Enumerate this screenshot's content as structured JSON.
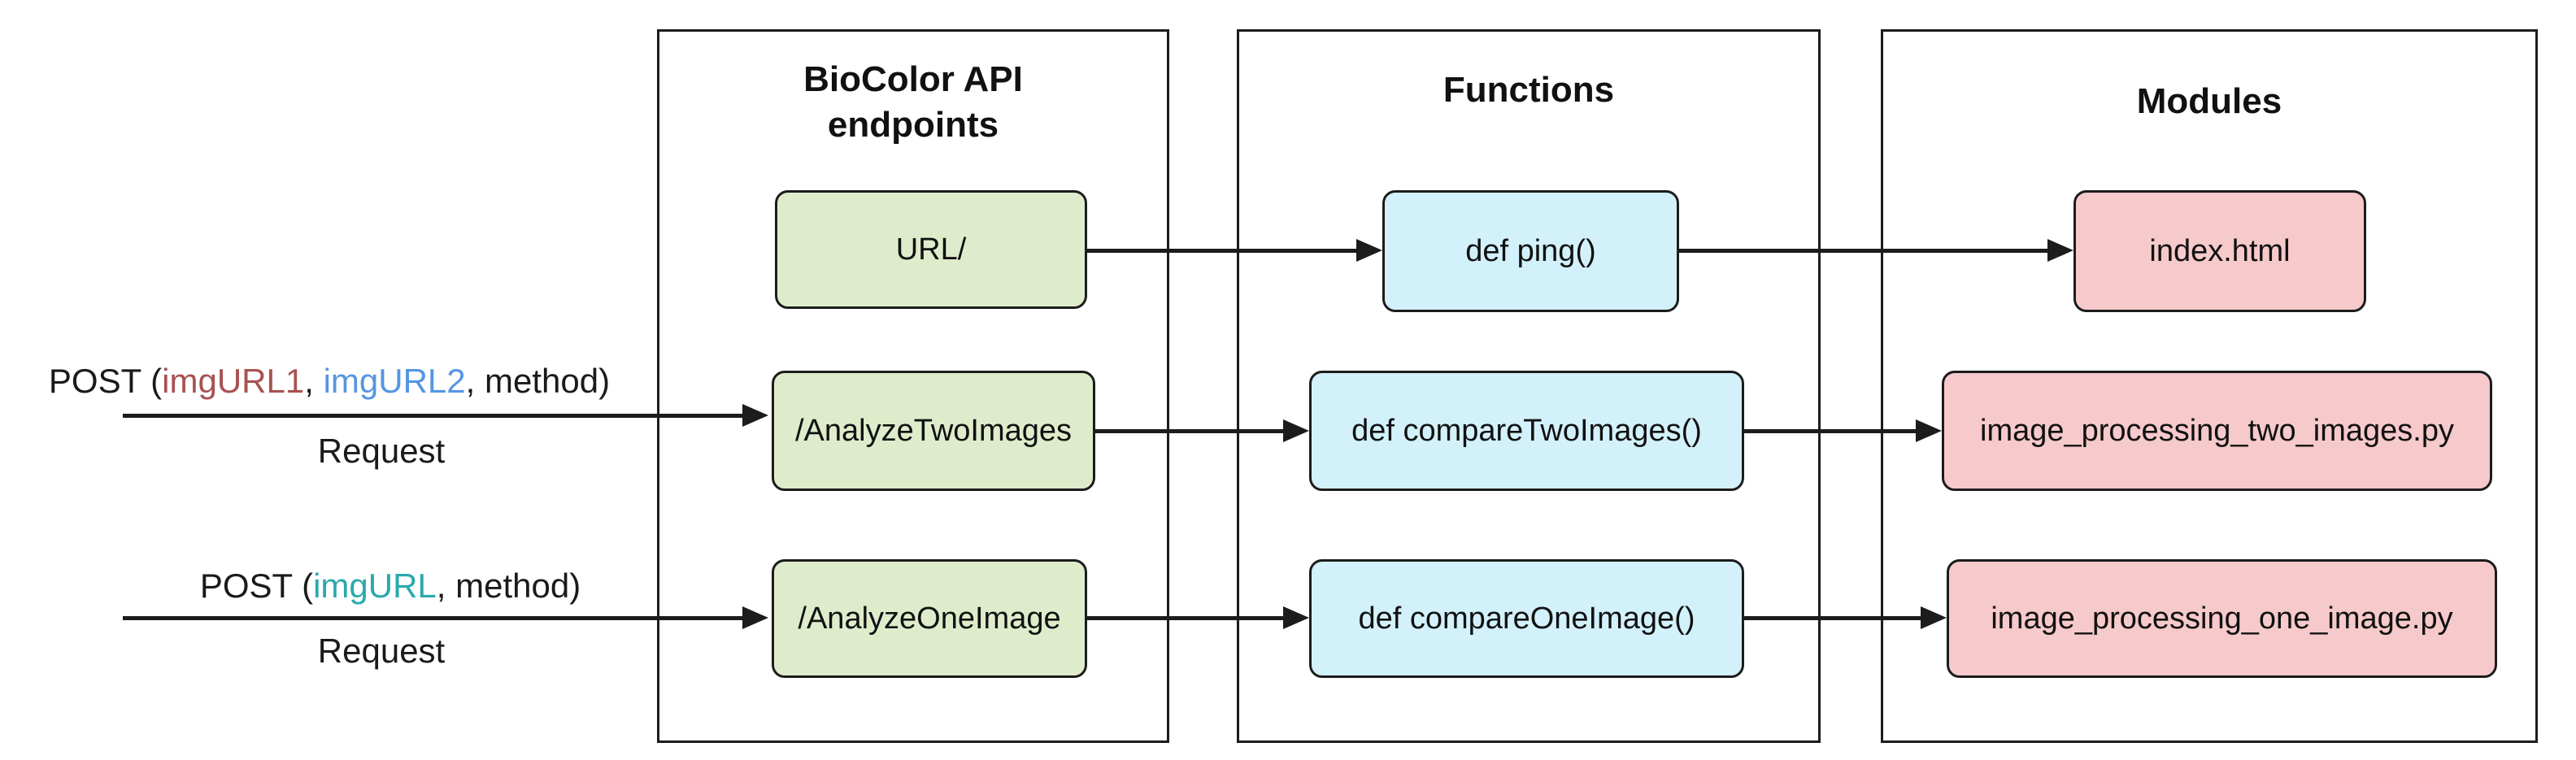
{
  "colors": {
    "endpoint_fill": "#deeccb",
    "function_fill": "#d2f1fb",
    "module_fill": "#f6c9cb",
    "border": "#1c1c1c",
    "param_red": "#a85252",
    "param_blue": "#5596e3",
    "param_teal": "#2aa9ad"
  },
  "left_panel": {
    "requests": [
      {
        "parts": [
          {
            "text": "POST (",
            "color": "#1a1a1a"
          },
          {
            "text": "imgURL1",
            "color": "#a85252"
          },
          {
            "text": ", ",
            "color": "#1a1a1a"
          },
          {
            "text": "imgURL2",
            "color": "#5596e3"
          },
          {
            "text": ", method)",
            "color": "#1a1a1a"
          }
        ],
        "label": "Request"
      },
      {
        "parts": [
          {
            "text": "POST (",
            "color": "#1a1a1a"
          },
          {
            "text": "imgURL",
            "color": "#2aa9ad"
          },
          {
            "text": ", method)",
            "color": "#1a1a1a"
          }
        ],
        "label": "Request"
      }
    ]
  },
  "columns": [
    {
      "title": "BioColor API\nendpoints",
      "boxes": [
        {
          "label": "URL/"
        },
        {
          "label": "/AnalyzeTwoImages"
        },
        {
          "label": "/AnalyzeOneImage"
        }
      ]
    },
    {
      "title": "Functions",
      "boxes": [
        {
          "label": "def ping()"
        },
        {
          "label": "def compareTwoImages()"
        },
        {
          "label": "def compareOneImage()"
        }
      ]
    },
    {
      "title": "Modules",
      "boxes": [
        {
          "label": "index.html"
        },
        {
          "label": "image_processing_two_images.py"
        },
        {
          "label": "image_processing_one_image.py"
        }
      ]
    }
  ]
}
